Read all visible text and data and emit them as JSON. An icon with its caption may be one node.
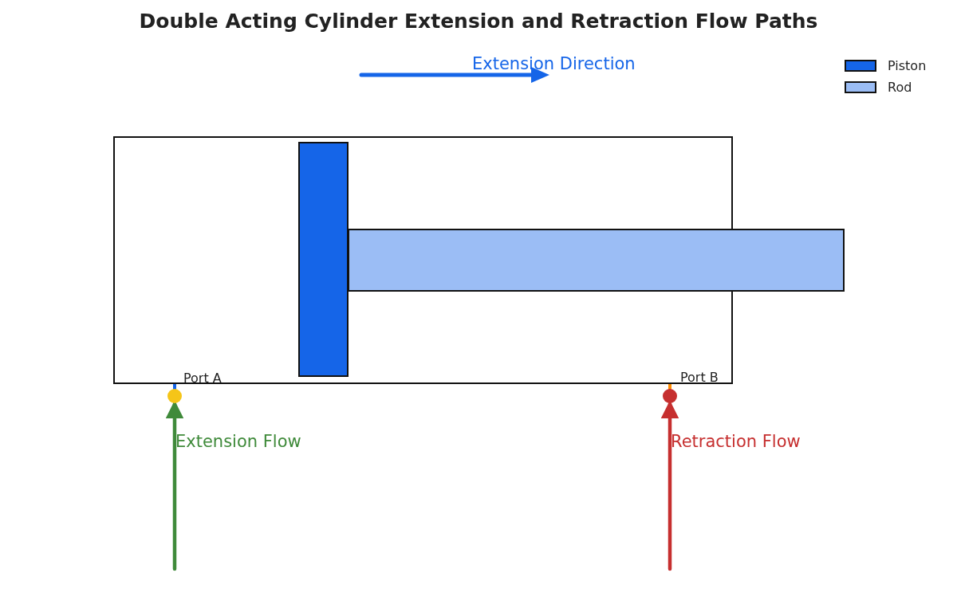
{
  "diagram": {
    "title": "Double Acting Cylinder Extension and Retraction Flow Paths",
    "nodes": [
      {
        "text": [],
        "shape": "box"
      },
      {
        "text": [],
        "shape": "box",
        "in": 0
      },
      {
        "text": [],
        "shape": "box"
      },
      {
        "text": [],
        "shape": "circle",
        "beside": [
          "Port A"
        ]
      },
      {
        "text": [],
        "shape": "circle",
        "beside": [
          "Port B"
        ]
      }
    ],
    "edges": [
      {
        "from": null,
        "to": 3,
        "arrow": "to",
        "label": "Extension Flow",
        "color": "#3f8a3a"
      },
      {
        "from": null,
        "to": 4,
        "arrow": "to",
        "label": "Retraction Flow",
        "color": "#c62f2f"
      },
      {
        "from": 0,
        "to": 3,
        "arrow": "none",
        "color": "#1565e8"
      },
      {
        "from": 0,
        "to": 4,
        "arrow": "none",
        "color": "#ff8c00"
      }
    ],
    "labels": [
      "Extension Direction"
    ],
    "legend": [
      {
        "text": "Piston",
        "color": "#1565e8"
      },
      {
        "text": "Rod",
        "color": "#9bbdf5"
      }
    ]
  }
}
